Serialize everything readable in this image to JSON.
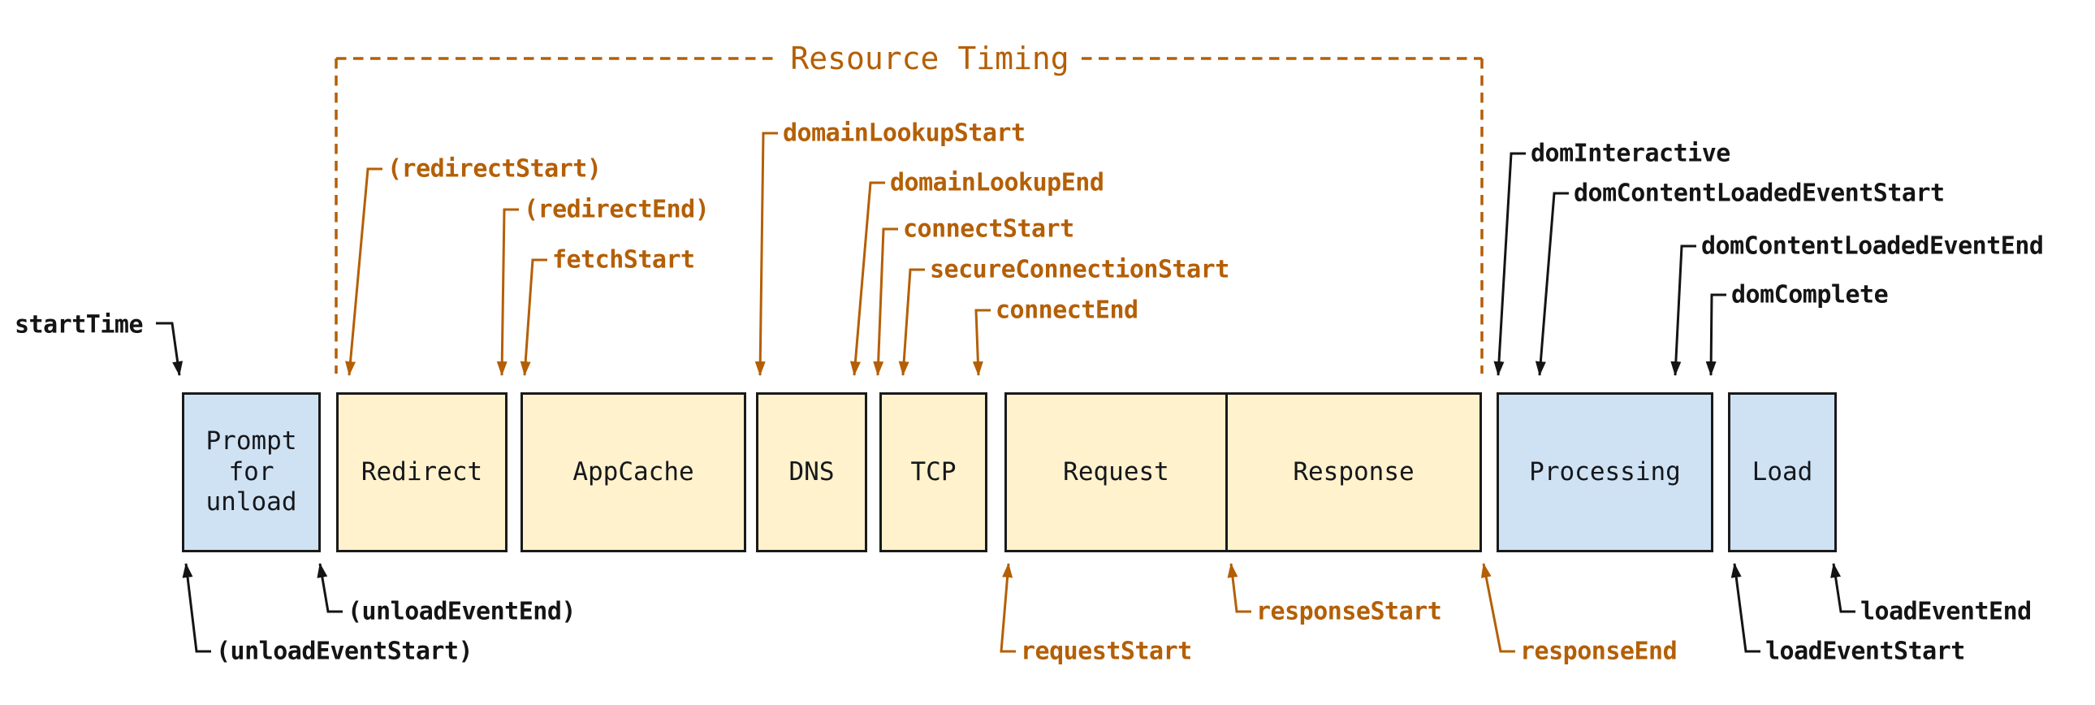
{
  "title": "Resource Timing",
  "colors": {
    "accent_brown": "#b45f06",
    "box_blue": "#cfe2f3",
    "box_cream": "#fff2cc",
    "box_border": "#1a1a1a",
    "text_black": "#141414",
    "background": "#ffffff"
  },
  "phases": {
    "prompt": "Prompt for unload",
    "redirect": "Redirect",
    "appcache": "AppCache",
    "dns": "DNS",
    "tcp": "TCP",
    "request": "Request",
    "response": "Response",
    "processing": "Processing",
    "load": "Load"
  },
  "markers": {
    "startTime": "startTime",
    "unloadEventStart": "(unloadEventStart)",
    "unloadEventEnd": "(unloadEventEnd)",
    "redirectStart": "(redirectStart)",
    "redirectEnd": "(redirectEnd)",
    "fetchStart": "fetchStart",
    "domainLookupStart": "domainLookupStart",
    "domainLookupEnd": "domainLookupEnd",
    "connectStart": "connectStart",
    "secureConnectionStart": "secureConnectionStart",
    "connectEnd": "connectEnd",
    "requestStart": "requestStart",
    "responseStart": "responseStart",
    "responseEnd": "responseEnd",
    "domInteractive": "domInteractive",
    "domContentLoadedEventStart": "domContentLoadedEventStart",
    "domContentLoadedEventEnd": "domContentLoadedEventEnd",
    "domComplete": "domComplete",
    "loadEventStart": "loadEventStart",
    "loadEventEnd": "loadEventEnd"
  }
}
